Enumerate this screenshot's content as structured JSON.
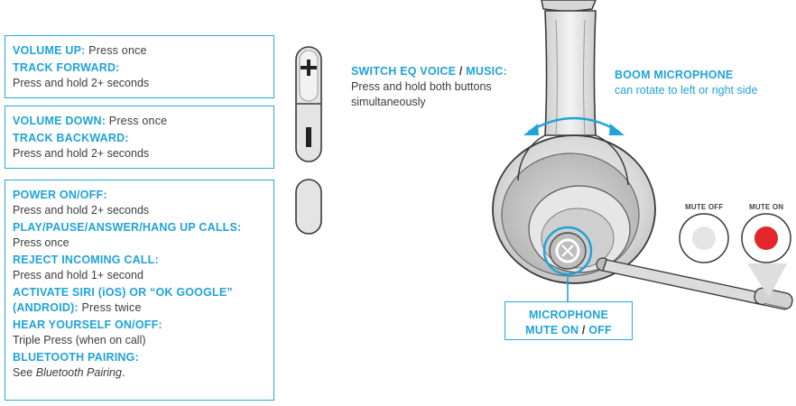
{
  "volume_up_box": {
    "volume_up_head": "VOLUME UP:",
    "volume_up_text": "Press once",
    "track_forward_head": "TRACK FORWARD:",
    "track_forward_text": "Press and hold 2+ seconds"
  },
  "volume_down_box": {
    "volume_down_head": "VOLUME DOWN:",
    "volume_down_text": "Press once",
    "track_backward_head": "TRACK BACKWARD:",
    "track_backward_text": "Press and hold 2+ seconds"
  },
  "power_box": {
    "power_head": "POWER ON/OFF:",
    "power_text": "Press and hold 2+ seconds",
    "play_head": "PLAY/PAUSE/ANSWER/HANG UP CALLS:",
    "play_text": "Press once",
    "reject_head": "REJECT INCOMING CALL:",
    "reject_text": "Press and hold 1+ second",
    "siri_head": "ACTIVATE SIRI (iOS) OR “OK GOOGLE”",
    "siri_head2": "(ANDROID):",
    "siri_text": "Press twice",
    "hear_head": "HEAR YOURSELF ON/OFF:",
    "hear_text": "Triple Press (when on call)",
    "bt_head": "BLUETOOTH PAIRING:",
    "bt_text_prefix": "See",
    "bt_text_italic": "Bluetooth Pairing",
    "bt_text_suffix": "."
  },
  "eq": {
    "head_a": "SWITCH EQ VOICE",
    "slash": "/",
    "head_b": "MUSIC:",
    "text_line1": "Press and hold both buttons",
    "text_line2": "simultaneously"
  },
  "boom": {
    "head": "BOOM MICROPHONE",
    "text": "can rotate to left or right side"
  },
  "mic_box": {
    "line1": "MICROPHONE",
    "line2_a": "MUTE ON",
    "slash": "/",
    "line2_b": "OFF"
  },
  "mute": {
    "off_label": "MUTE OFF",
    "on_label": "MUTE ON"
  },
  "buttons": {
    "plus_symbol": "+",
    "minus_symbol": "−"
  },
  "colors": {
    "accent": "#20a3d8",
    "mute_on": "#e3262b",
    "mute_off": "#e5e5e5"
  }
}
